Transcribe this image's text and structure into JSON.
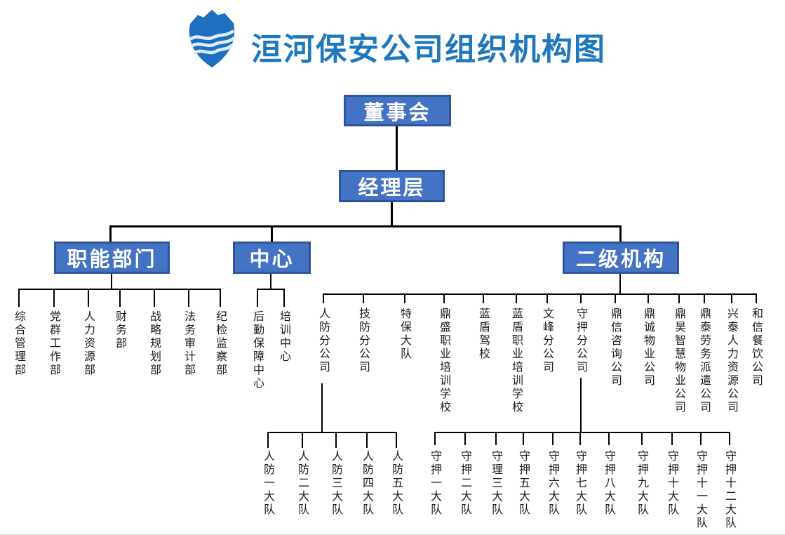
{
  "header": {
    "title": "洹河保安公司组织机构图",
    "logo": "shield-with-waves"
  },
  "colors": {
    "title_text": "#1E78BE",
    "node_fill": "#4472C4",
    "node_border": "#2E5597",
    "node_text": "#FFFFFF",
    "connector": "#000000",
    "leaf_text": "#1A1A1A",
    "logo_blue": "#1E6FC0"
  },
  "org": {
    "root": {
      "label": "董事会"
    },
    "management": {
      "label": "经理层"
    },
    "branches": [
      {
        "label": "职能部门",
        "children": [
          "综合管理部",
          "党群工作部",
          "人力资源部",
          "财务部",
          "战略规划部",
          "法务审计部",
          "纪检监察部"
        ]
      },
      {
        "label": "中心",
        "children": [
          "后勤保障中心",
          "培训中心"
        ]
      },
      {
        "label": "二级机构",
        "children": [
          "人防分公司",
          "技防分公司",
          "特保大队",
          "鼎盛职业培训学校",
          "蓝盾驾校",
          "蓝盾职业培训学校",
          "文峰分公司",
          "守押分公司",
          "鼎信咨询公司",
          "鼎诚物业公司",
          "鼎昊智慧物业公司",
          "鼎泰劳务派遣公司",
          "兴泰人力资源公司",
          "和信餐饮公司"
        ]
      }
    ],
    "renfang_subteams": {
      "parent": "人防分公司",
      "children": [
        "人防一大队",
        "人防二大队",
        "人防三大队",
        "人防四大队",
        "人防五大队"
      ]
    },
    "shouya_subteams": {
      "parent": "守押分公司",
      "children": [
        "守押一大队",
        "守押二大队",
        "守理三大队",
        "守押五大队",
        "守押六大队",
        "守押七大队",
        "守押八大队",
        "守押九大队",
        "守押十大队",
        "守押十一大队",
        "守押十二大队"
      ]
    }
  }
}
